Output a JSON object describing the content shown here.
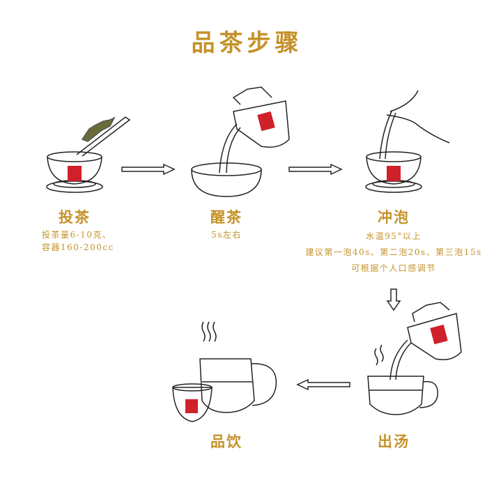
{
  "title": "品茶步骤",
  "steps": [
    {
      "name": "投茶",
      "desc": [
        "投茶量6-10克、",
        "容器160-200cc"
      ]
    },
    {
      "name": "醒茶",
      "desc": [
        "5s左右"
      ]
    },
    {
      "name": "冲泡",
      "desc": [
        "水温95°以上",
        "建议第一泡40s、第二泡20s、第三泡15s",
        "可根据个人口感调节"
      ]
    },
    {
      "name": "出汤",
      "desc": []
    },
    {
      "name": "品饮",
      "desc": []
    }
  ],
  "colors": {
    "accent": "#c4922a",
    "seal": "#d0202a",
    "line": "#222222"
  }
}
